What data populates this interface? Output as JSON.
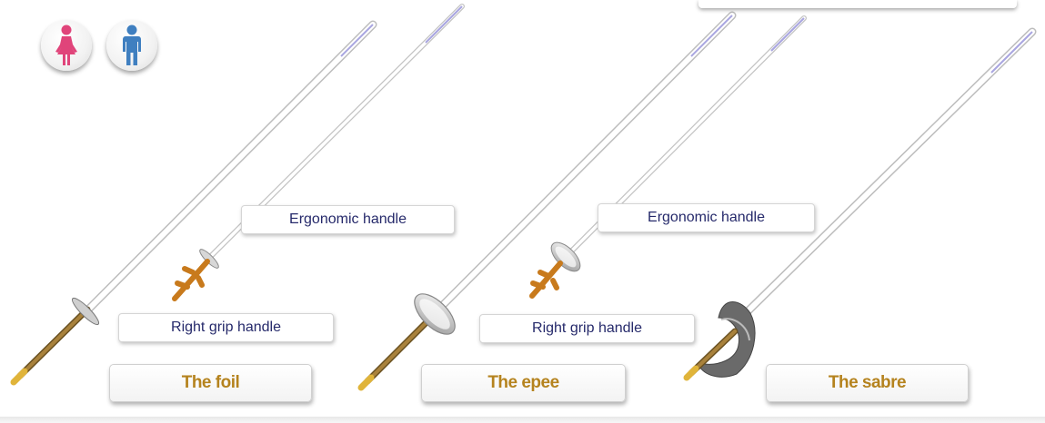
{
  "gender_selector": {
    "female_icon": "female-figure-icon",
    "male_icon": "male-figure-icon",
    "female_color": "#e0447a",
    "male_color": "#3f7fc0"
  },
  "annotations": {
    "foil_ergonomic": "Ergonomic handle",
    "foil_right_grip": "Right grip handle",
    "epee_ergonomic": "Ergonomic handle",
    "epee_right_grip": "Right grip handle"
  },
  "weapons": {
    "foil": "The foil",
    "epee": "The epee",
    "sabre": "The sabre"
  },
  "colors": {
    "label_text": "#262a6b",
    "weapon_text": "#b5831e",
    "handle_gold": "#b8862a",
    "grip_orange": "#c87a1c"
  }
}
